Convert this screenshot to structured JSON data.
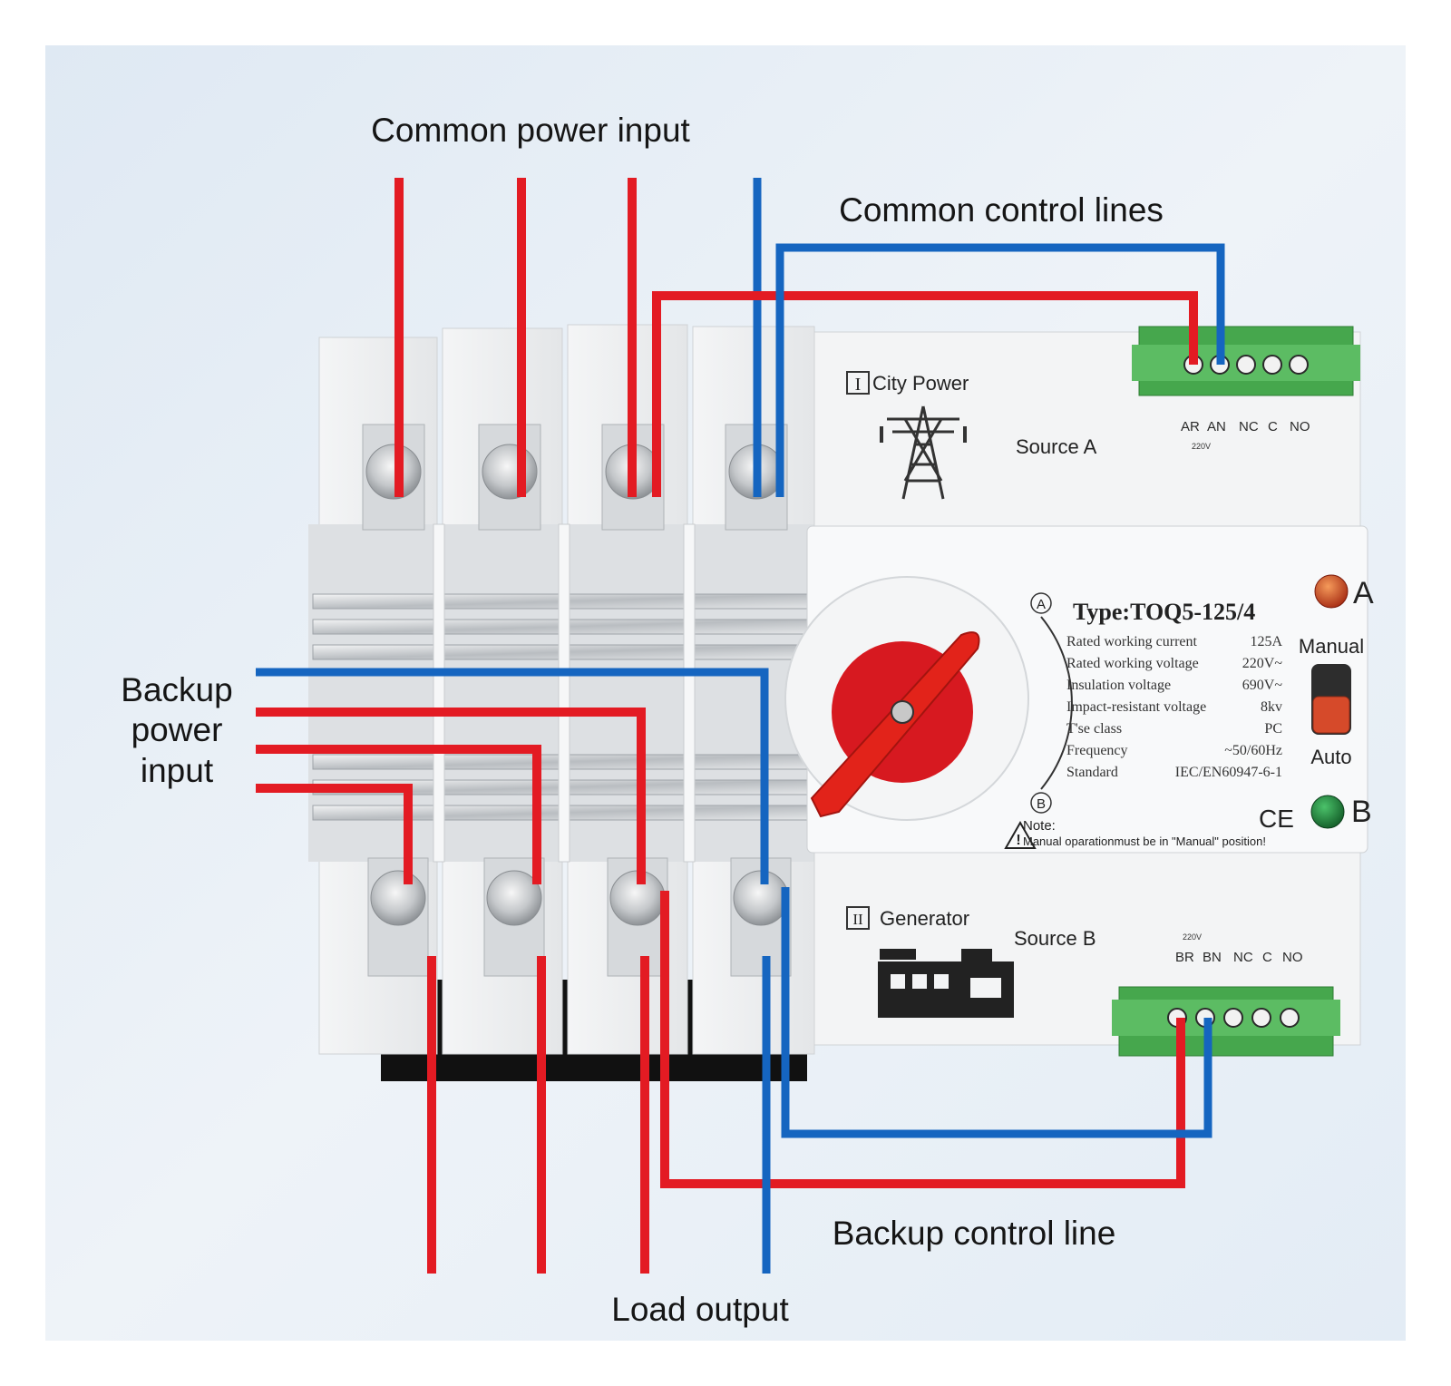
{
  "labels": {
    "common_power_input": "Common power input",
    "common_control_lines": "Common control lines",
    "backup_power_input_1": "Backup",
    "backup_power_input_2": "power",
    "backup_power_input_3": "input",
    "backup_control_line": "Backup control line",
    "load_output": "Load output"
  },
  "device": {
    "source_a_roman": "I",
    "source_a_title": "City Power",
    "source_a_label": "Source A",
    "source_b_roman": "II",
    "source_b_title": "Generator",
    "source_b_label": "Source B",
    "type": "Type:TOQ5-125/4",
    "specs": [
      {
        "name": "Rated working current",
        "value": "125A"
      },
      {
        "name": "Rated working voltage",
        "value": "220V~"
      },
      {
        "name": "Insulation voltage",
        "value": "690V~"
      },
      {
        "name": "Impact-resistant voltage",
        "value": "8kv"
      },
      {
        "name": "T'se class",
        "value": "PC"
      },
      {
        "name": "Frequency",
        "value": "~50/60Hz"
      },
      {
        "name": "Standard",
        "value": "IEC/EN60947-6-1"
      }
    ],
    "position_a": "A",
    "position_b": "B",
    "mode_manual": "Manual",
    "mode_auto": "Auto",
    "indicator_a": "A",
    "indicator_b": "B",
    "note_title": "Note:",
    "note_text": "Manual oparationmust be in \"Manual\" position!",
    "ce_mark": "CE",
    "terminal_a_labels": [
      "AR",
      "AN",
      "NC",
      "C",
      "NO"
    ],
    "terminal_a_voltage": "220V",
    "terminal_b_labels": [
      "BR",
      "BN",
      "NC",
      "C",
      "NO"
    ],
    "terminal_b_voltage": "220V"
  },
  "colors": {
    "live_wire": "#e31b23",
    "neutral_wire": "#1565c0",
    "background": "#e6eef6",
    "indicator_a": "#c0391b",
    "indicator_b": "#1e7a3a",
    "handle": "#d71920",
    "terminal_block": "#4caf50"
  }
}
